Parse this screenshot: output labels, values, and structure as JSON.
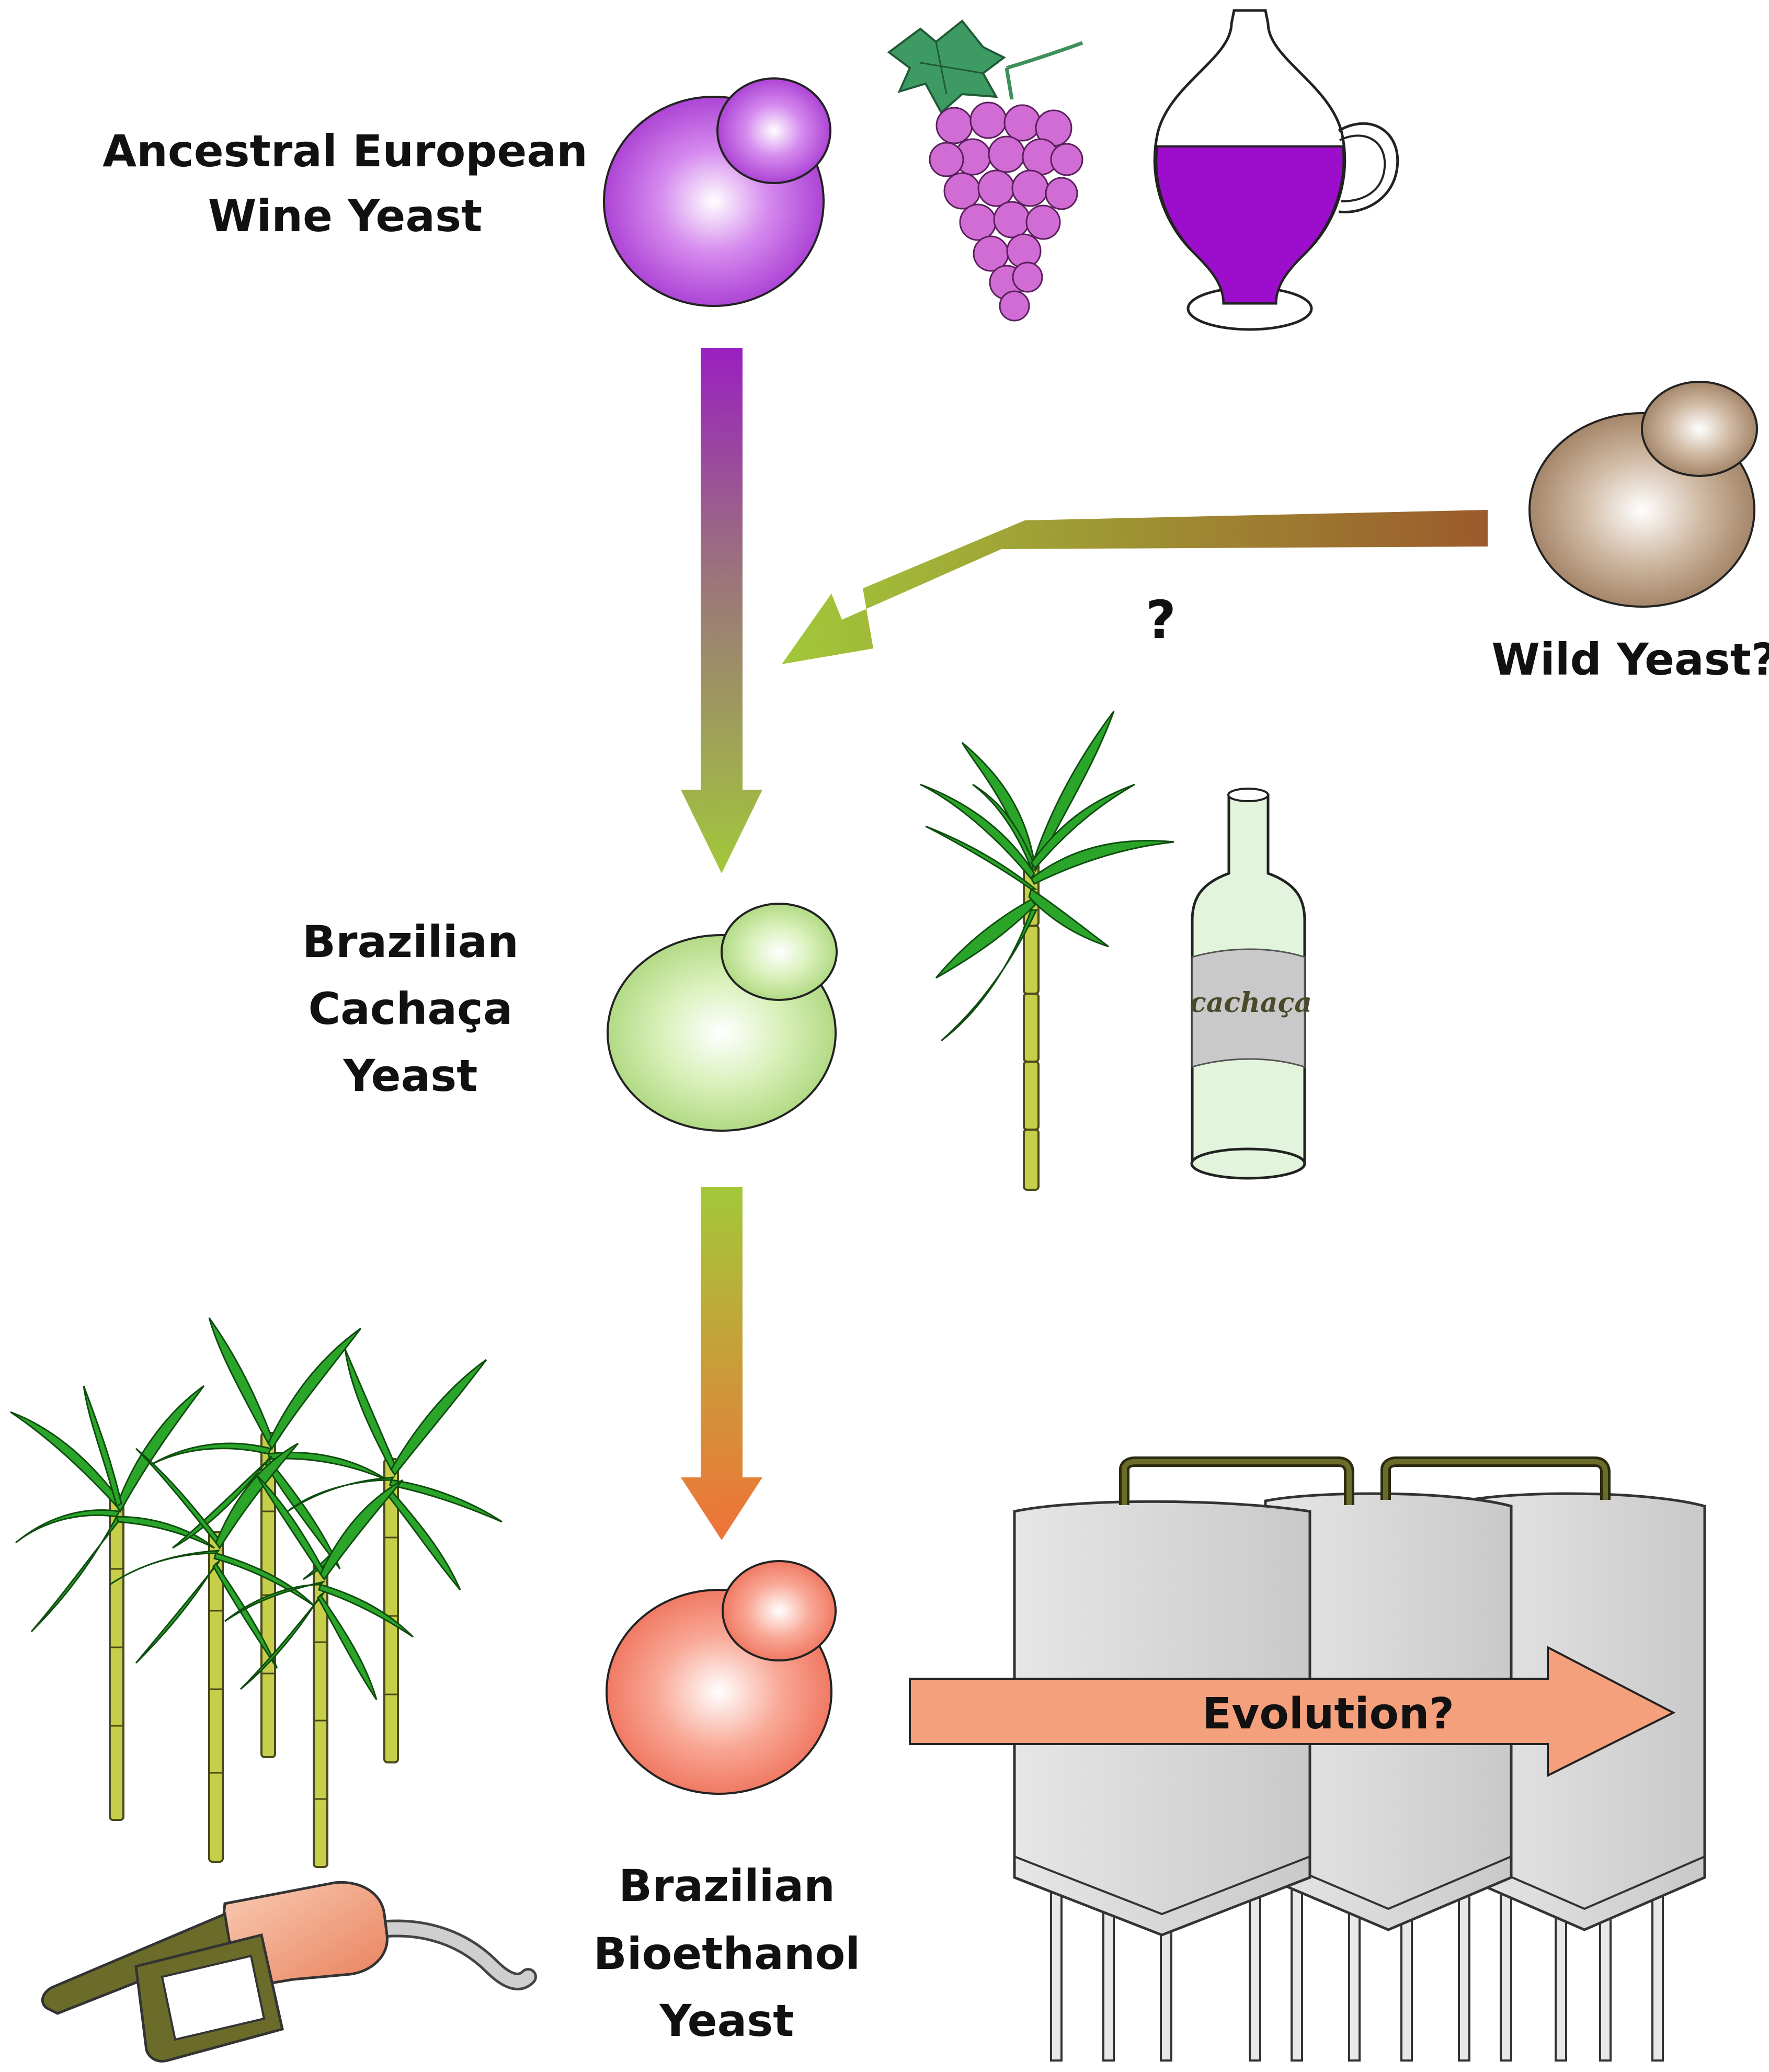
{
  "labels": {
    "ancestral_line1": "Ancestral European",
    "ancestral_line2": "Wine Yeast",
    "wild": "Wild Yeast?",
    "question": "?",
    "cachaca_line1": "Brazilian",
    "cachaca_line2": "Cachaça",
    "cachaca_line3": "Yeast",
    "bottle_label": "cachaça",
    "bioethanol_line1": "Brazilian",
    "bioethanol_line2": "Bioethanol",
    "bioethanol_line3": "Yeast",
    "evolution": "Evolution?"
  },
  "colors": {
    "wine_yeast": "#b24fd6",
    "wild_yeast": "#b89b7d",
    "cachaca_yeast": "#c6e8a0",
    "bioethanol_yeast": "#f58a72",
    "arrow_purple": "#9a1fc0",
    "arrow_green": "#a2c83a",
    "arrow_orange": "#f07238",
    "arrow_brown": "#9b5a2c",
    "evolution_arrow": "#f4a07c",
    "leaf_green": "#2aa52a",
    "stalk_yellow": "#c7cf4a",
    "tank_gray": "#cfcfcf",
    "pipe_olive": "#4e4e1c"
  },
  "icons": [
    "grape-icon",
    "wine-decanter-icon",
    "sugarcane-icon",
    "cachaca-bottle-icon",
    "sugarcane-field-icon",
    "fuel-nozzle-icon",
    "fermentation-tanks-icon"
  ]
}
